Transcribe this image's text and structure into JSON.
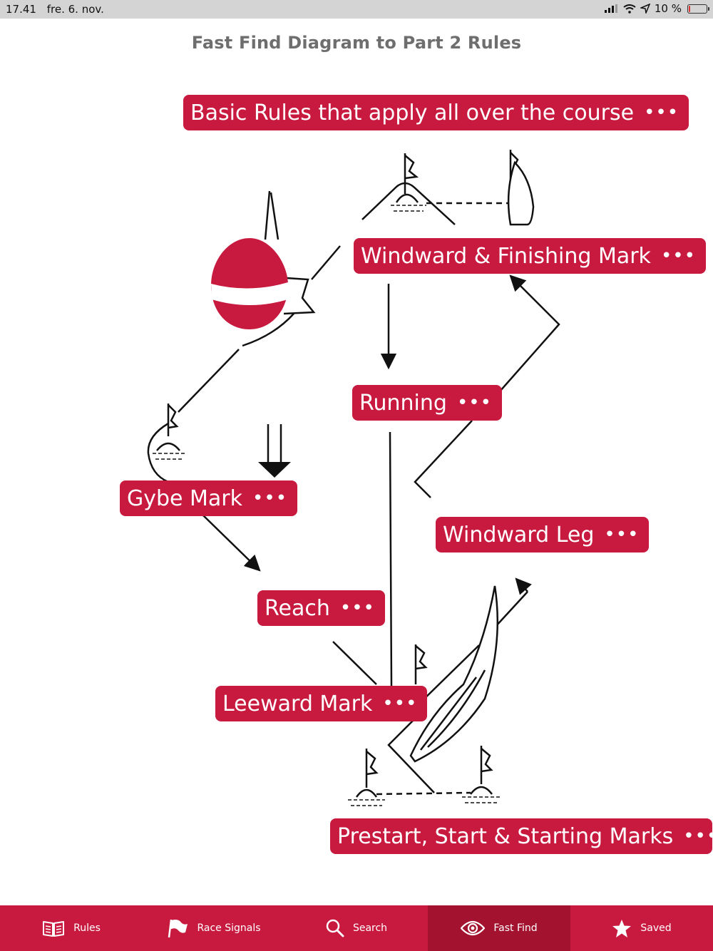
{
  "status_bar": {
    "time": "17.41",
    "date": "fre. 6. nov.",
    "battery": "10 %",
    "battery_level": 0.1
  },
  "page_title": "Fast Find Diagram to Part 2 Rules",
  "labels": {
    "basic_rules": "Basic Rules that apply all over the course",
    "windward_mark": "Windward & Finishing Mark",
    "running": "Running",
    "gybe_mark": "Gybe Mark",
    "windward_leg": "Windward Leg",
    "reach": "Reach",
    "leeward_mark": "Leeward Mark",
    "prestart": "Prestart, Start & Starting Marks",
    "more": "•••"
  },
  "tabs": [
    {
      "label": "Rules",
      "icon": "book-icon"
    },
    {
      "label": "Race Signals",
      "icon": "flag-icon"
    },
    {
      "label": "Search",
      "icon": "search-icon"
    },
    {
      "label": "Fast Find",
      "icon": "eye-icon",
      "active": true
    },
    {
      "label": "Saved",
      "icon": "star-icon"
    }
  ],
  "colors": {
    "accent": "#c8193f",
    "accent_dark": "#a3132f",
    "title": "#6e6e6e"
  }
}
